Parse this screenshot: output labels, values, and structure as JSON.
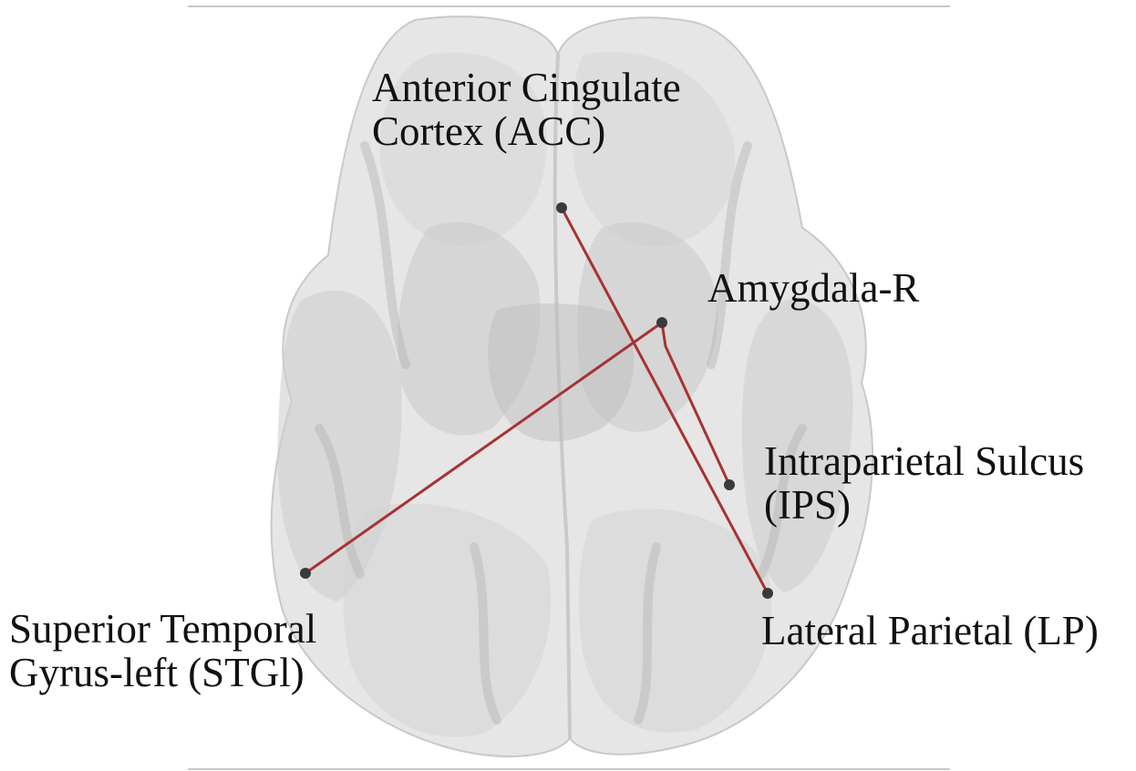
{
  "nodes": [
    {
      "id": "acc",
      "label_lines": [
        "Anterior Cingulate",
        "Cortex (ACC)"
      ]
    },
    {
      "id": "amygdala_r",
      "label_lines": [
        "Amygdala-R"
      ]
    },
    {
      "id": "ips",
      "label_lines": [
        "Intraparietal Sulcus",
        "(IPS)"
      ]
    },
    {
      "id": "stgl",
      "label_lines": [
        "Superior Temporal",
        "Gyrus-left (STGl)"
      ]
    },
    {
      "id": "lp",
      "label_lines": [
        "Lateral Parietal (LP)"
      ]
    }
  ],
  "connections": [
    {
      "from": "acc",
      "to": "lp"
    },
    {
      "from": "amygdala_r",
      "to": "stgl"
    },
    {
      "from": "amygdala_r",
      "to": "ips"
    }
  ],
  "colors": {
    "edge": "#a83232",
    "node": "#3a3a3a",
    "brain_fill": "#d9d9d9",
    "brain_stroke": "#b5b5b5",
    "frame_line": "#c6c6c6"
  }
}
